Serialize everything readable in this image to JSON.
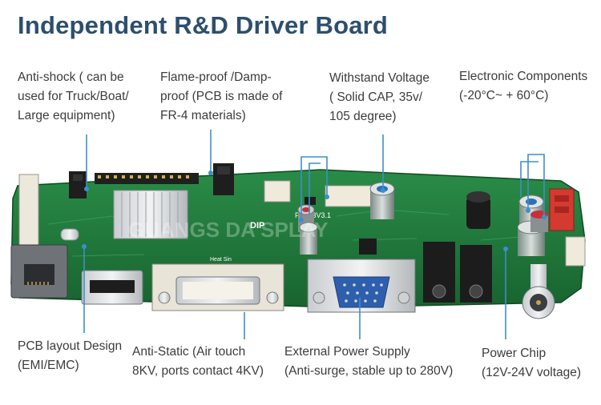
{
  "title": "Independent R&D Driver Board",
  "labels": {
    "anti_shock": "Anti-shock ( can be\nused for Truck/Boat/\nLarge equipment)",
    "flame_proof": "Flame-proof /Damp-\nproof (PCB is made of\nFR-4 materials)",
    "withstand_voltage": "Withstand Voltage\n( Solid CAP, 35v/\n105 degree)",
    "electronic_components": "Electronic Components\n(-20°C~ + 60°C)",
    "pcb_layout": "PCB layout Design\n(EMI/EMC)",
    "anti_static": "Anti-Static (Air touch\n8KV, ports contact 4KV)",
    "external_power": "External Power Supply\n(Anti-surge, stable up to 280V)",
    "power_chip": "Power Chip\n(12V-24V voltage)"
  },
  "board_text": {
    "silk_dip": "DIP",
    "silk_model": "PZ483V3.1",
    "silk_heat": "Heat Sin",
    "watermark": "GUANGS      DA    SPLAY"
  },
  "colors": {
    "title": "#2d4f6e",
    "pcb": "#1f7a3c",
    "callout": "#3d8fc9",
    "text": "#3c3c3c"
  }
}
